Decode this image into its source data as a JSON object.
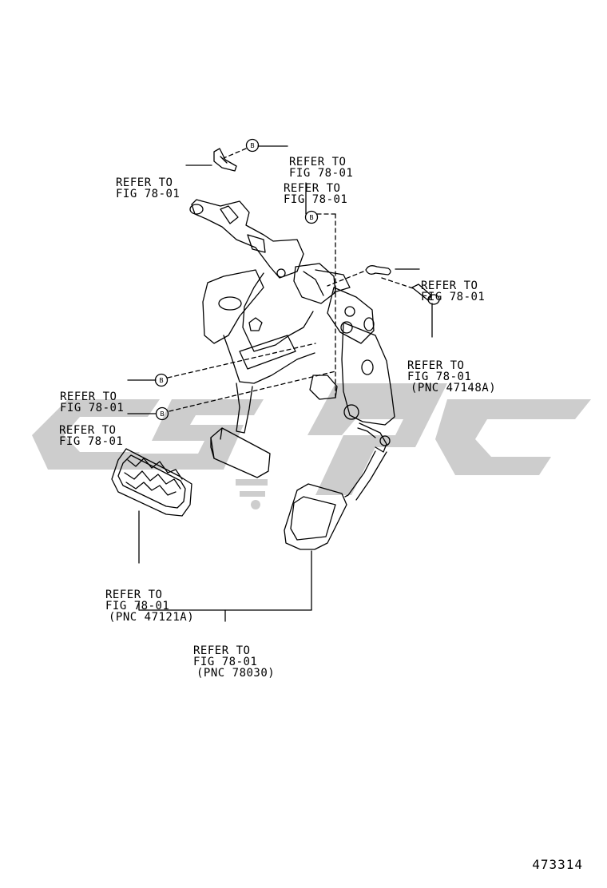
{
  "figure_number": "473314",
  "marker_letter": "B",
  "labels": [
    {
      "line1": "REFER TO",
      "line2": "FIG 78-01"
    },
    {
      "line1": "REFER TO",
      "line2": "FIG 78-01"
    },
    {
      "line1": "REFER TO",
      "line2": "FIG 78-01"
    },
    {
      "line1": "REFER TO",
      "line2": "FIG 78-01"
    },
    {
      "line1": "REFER TO",
      "line2": "FIG 78-01",
      "line3": "(PNC 47148A)"
    },
    {
      "line1": "REFER TO",
      "line2": "FIG 78-01"
    },
    {
      "line1": "REFER TO",
      "line2": "FIG 78-01"
    },
    {
      "line1": "REFER TO",
      "line2": "FIG 78-01",
      "line3": "(PNC 47121A)"
    },
    {
      "line1": "REFER TO",
      "line2": "FIG 78-01",
      "line3": "(PNC 78030)"
    }
  ],
  "colors": {
    "line": "#000000",
    "watermark": "#c8c8c8",
    "background": "#ffffff"
  }
}
